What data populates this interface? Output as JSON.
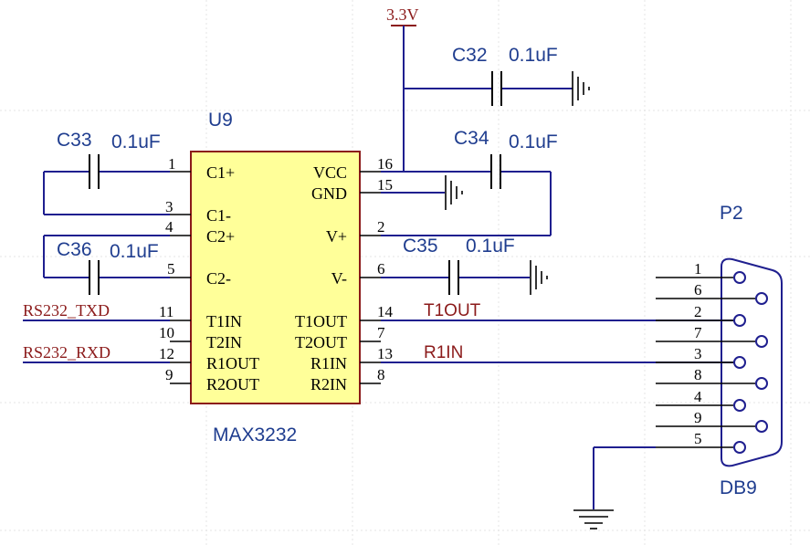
{
  "power": {
    "label": "3.3V"
  },
  "ic": {
    "ref": "U9",
    "part": "MAX3232",
    "left_pins": [
      {
        "num": "1",
        "name": "C1+"
      },
      {
        "num": "3",
        "name": "C1-"
      },
      {
        "num": "4",
        "name": "C2+"
      },
      {
        "num": "5",
        "name": "C2-"
      },
      {
        "num": "11",
        "name": "T1IN"
      },
      {
        "num": "10",
        "name": "T2IN"
      },
      {
        "num": "12",
        "name": "R1OUT"
      },
      {
        "num": "9",
        "name": "R2OUT"
      }
    ],
    "right_pins": [
      {
        "num": "16",
        "name": "VCC"
      },
      {
        "num": "15",
        "name": "GND"
      },
      {
        "num": "2",
        "name": "V+"
      },
      {
        "num": "6",
        "name": "V-"
      },
      {
        "num": "14",
        "name": "T1OUT"
      },
      {
        "num": "7",
        "name": "T2OUT"
      },
      {
        "num": "13",
        "name": "R1IN"
      },
      {
        "num": "8",
        "name": "R2IN"
      }
    ]
  },
  "capacitors": {
    "c32": {
      "ref": "C32",
      "value": "0.1uF"
    },
    "c33": {
      "ref": "C33",
      "value": "0.1uF"
    },
    "c34": {
      "ref": "C34",
      "value": "0.1uF"
    },
    "c35": {
      "ref": "C35",
      "value": "0.1uF"
    },
    "c36": {
      "ref": "C36",
      "value": "0.1uF"
    }
  },
  "nets": {
    "txd": "RS232_TXD",
    "rxd": "RS232_RXD",
    "t1out": "T1OUT",
    "r1in": "R1IN"
  },
  "connector": {
    "ref": "P2",
    "part": "DB9",
    "pins": [
      "1",
      "6",
      "2",
      "7",
      "3",
      "8",
      "4",
      "9",
      "5"
    ]
  },
  "colors": {
    "wire": "#1f1f8f",
    "ic_fill": "#ffff99",
    "ic_border": "#8b1a1a",
    "net_label": "#8b1a1a",
    "designator": "#1f3d8f"
  }
}
